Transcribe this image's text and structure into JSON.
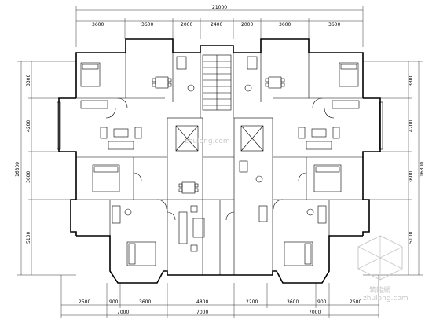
{
  "plan": {
    "top_dimensions": {
      "overall": "21000",
      "segments": [
        "3600",
        "3600",
        "2000",
        "2400",
        "2000",
        "3600",
        "3600"
      ]
    },
    "bottom_dimensions": {
      "segments": [
        "2500",
        "900",
        "3600",
        "4800",
        "2200",
        "3600",
        "900",
        "2500"
      ],
      "overall": [
        "7000",
        "7000",
        "7000"
      ]
    },
    "left_dimensions": {
      "overall": "16300",
      "segments": [
        "3300",
        "4200",
        "3600",
        "5100"
      ]
    },
    "right_dimensions": {
      "overall": "16300",
      "segments": [
        "3300",
        "4200",
        "3600",
        "5100"
      ]
    },
    "watermark": {
      "text": "zhulong.com",
      "logo_text": "筑龍網"
    }
  },
  "colors": {
    "line": "#000000",
    "background": "#ffffff",
    "watermark": "#c9c9c9"
  }
}
